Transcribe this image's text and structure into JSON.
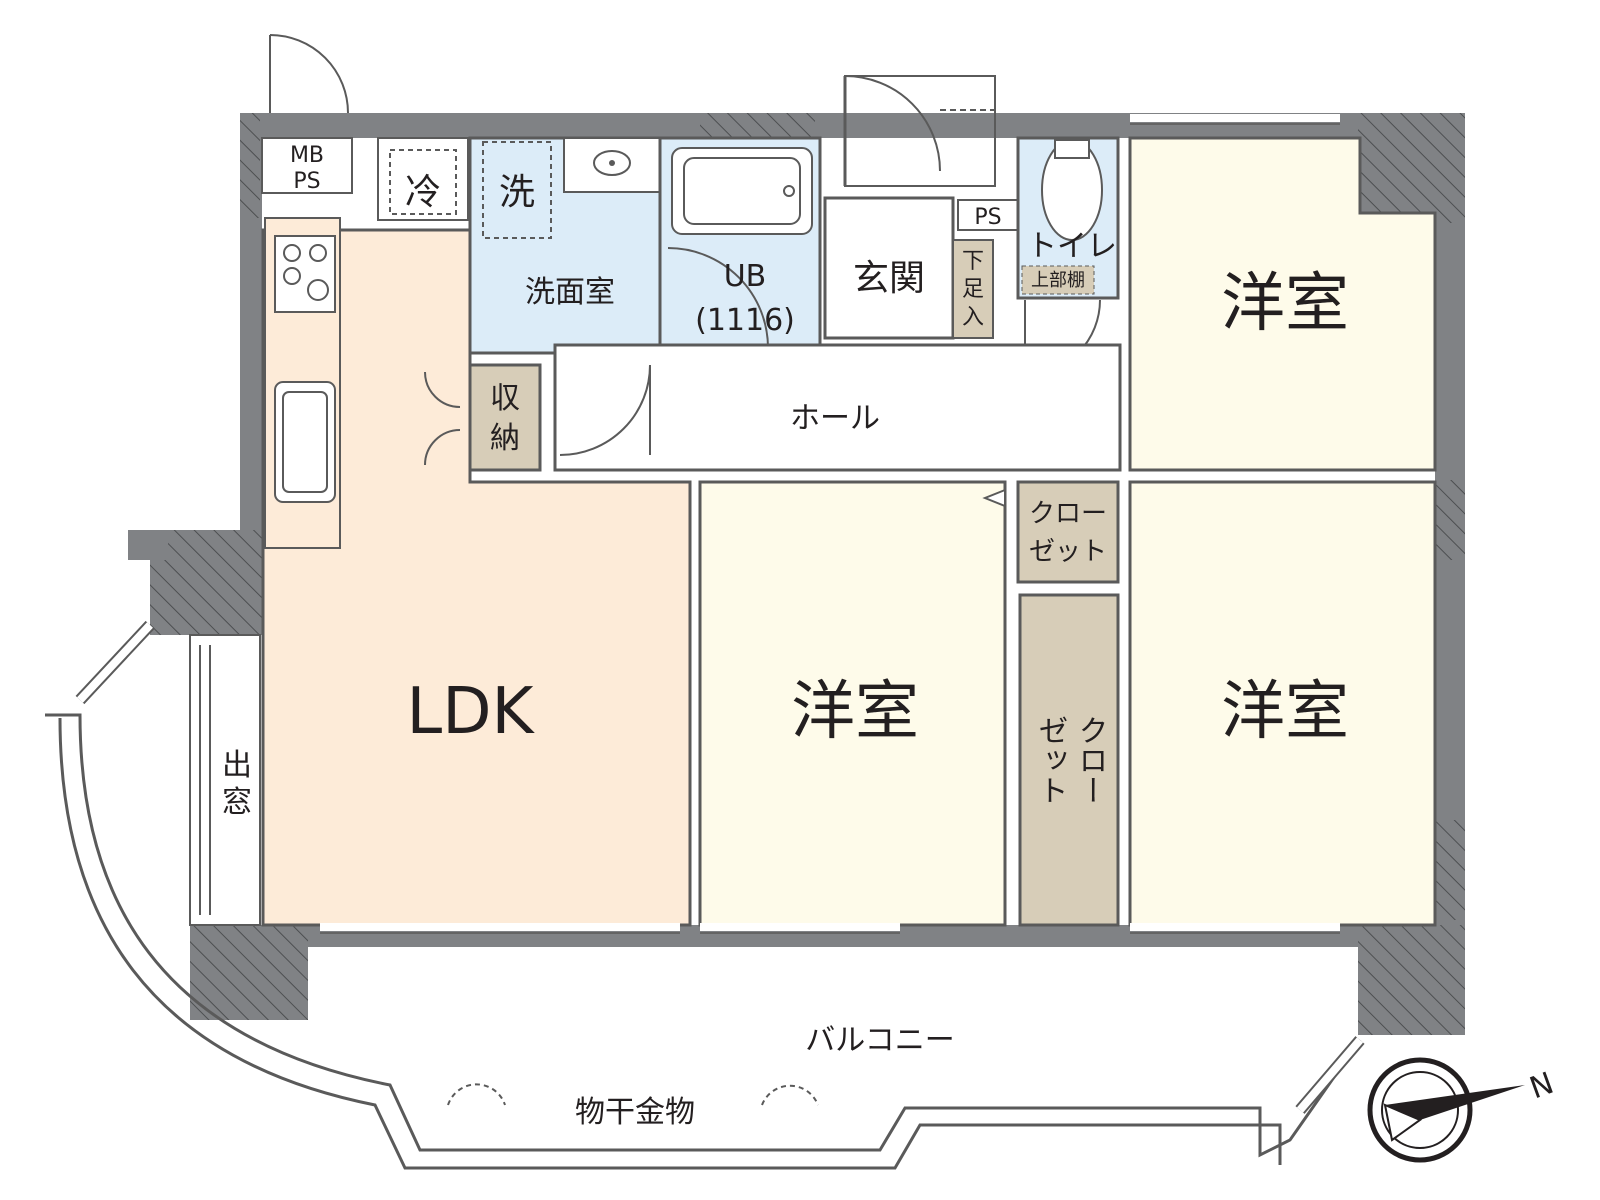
{
  "labels": {
    "mbps_top": "MB",
    "mbps_bottom": "PS",
    "fridge": "冷",
    "washer": "洗",
    "washroom": "洗面室",
    "ub_top": "UB",
    "ub_bottom": "(1116)",
    "entrance": "玄関",
    "shoe_1": "下",
    "shoe_2": "足",
    "shoe_3": "入",
    "ps": "PS",
    "toilet": "トイレ",
    "upper_shelf": "上部棚",
    "storage_1": "収",
    "storage_2": "納",
    "hall": "ホール",
    "closet_small_1": "クロー",
    "closet_small_2": "ゼット",
    "closet_tall_col1": "クロー",
    "closet_tall_col2": "ゼット",
    "ldk": "LDK",
    "room_north_east": "洋室",
    "room_center": "洋室",
    "room_south_east": "洋室",
    "bay_window_1": "出",
    "bay_window_2": "窓",
    "balcony": "バルコニー",
    "drying_hardware": "物干金物",
    "compass_north": "N"
  },
  "colors": {
    "wall": "#808285",
    "wall_hatch": "#5e6062",
    "ldk_floor": "#fdebd8",
    "western_room_floor": "#fefbea",
    "wet_area_floor": "#dcecf8",
    "storage_floor": "#d7cdb8",
    "line": "#231f20"
  }
}
